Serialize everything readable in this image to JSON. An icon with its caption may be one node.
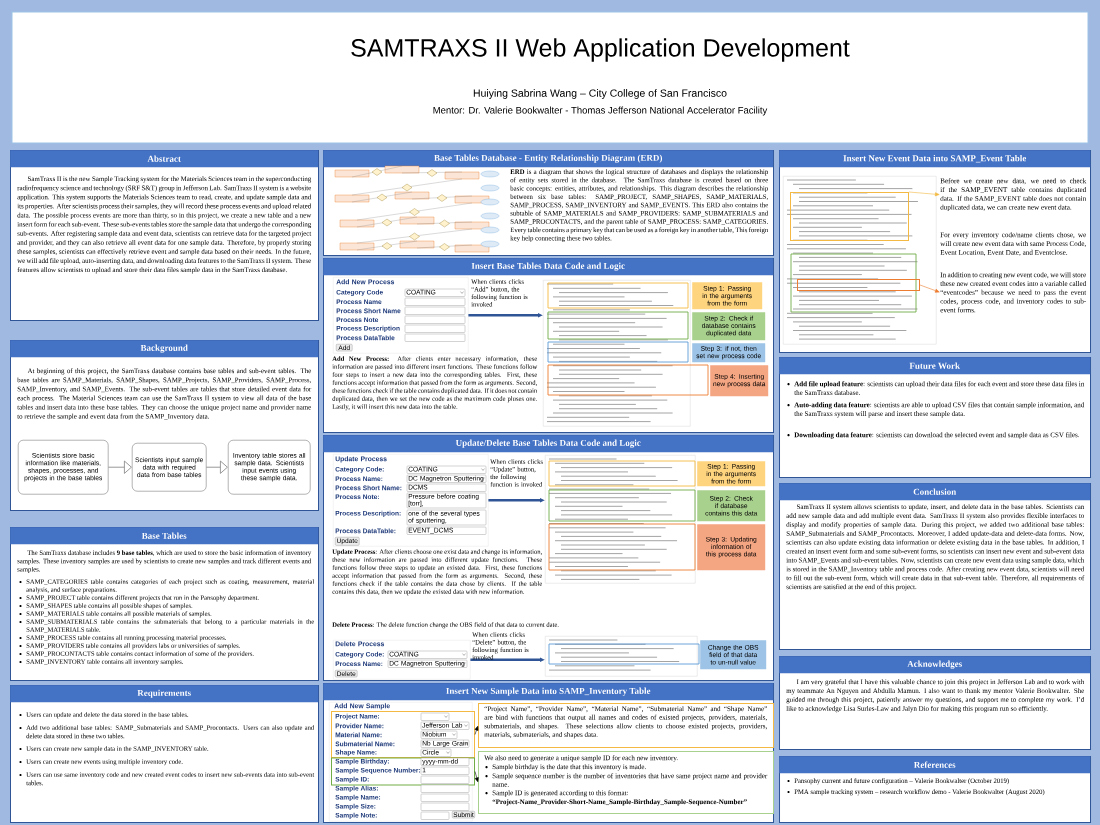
{
  "diagram": {
    "title": "SAMTRAXS II Web Application Development",
    "labels": [
      "Huiying Sabrina Wang – City College of San Francisco",
      "Mentor: Dr. Valerie Bookwalter - Thomas Jefferson National Accelerator Facility"
    ],
    "nodes": [
      {
        "text": [
          "Abstract",
          "SamTraxs II is the new Sample Tracking system for the Materials Sciences team in the superconducting radiofrequency science and technology (SRF S&T) group in Jefferson Lab. SamTraxs II system is a website application. This system supports the Materials Sciences team to read, create, and update sample data and its properties. After scientists process their samples, they will record these process events and upload related data. The possible process events are more than thirty, so in this project, we create a new table and a new insert form for each sub-event. These sub-events tables store the sample data that undergo the corresponding sub-events. After registering sample data and event data, scientists can retrieve data for the targeted project and provider, and they can also retrieve all event data for one sample data. Therefore, by properly storing these samples, scientists can effectively retrieve event and sample data based on their needs. In the future, we will add file upload, auto-inserting data, and downloading data features to the SamTraxs II system. These features allow scientists to upload and store their data files sample data in the SamTraxs database."
        ]
      },
      {
        "text": [
          "Background",
          "At beginning of this project, the SamTraxs database contains base tables and sub-event tables. The base tables are SAMP_Materials, SAMP_Shapes, SAMP_Projects, SAMP_Providers, SAMP_Process, SAMP_Inventory, and SAMP_Events. The sub-event tables are tables that store detailed event data for each process. The Material Sciences team can use the SamTraxs II system to view all data of the base tables and insert data into these base tables. They can choose the unique project name and provider name to retrieve the sample and event data from the SAMP_Inventory data."
        ]
      },
      {
        "text": [
          "Scientists store basic information like materials, shapes, processes, and projects in the base tables"
        ],
        "in": 1
      },
      {
        "text": [
          "Scientists input sample data with required data from base tables"
        ],
        "in": 1
      },
      {
        "text": [
          "Inventory table stores all sample data. Scientists input events using these sample data."
        ],
        "in": 1
      },
      {
        "text": [
          "Base Tables",
          "The SamTraxs database includes **9 base tables**, which are used to store the basic information of inventory samples. These inventory samples are used by scientists to create new samples and track different events and samples.",
          "SAMP_CATEGORIES table contains categories of each project such as coating, measurement, material analysis, and surface preparations.",
          "SAMP_PROJECT table contains different projects that run in the Pansophy department.",
          "SAMP_SHAPES table contains all possible shapes of samples.",
          "SAMP_MATERIALS table contains all possible materials of samples.",
          "SAMP_SUBMATERIALS table contains the submaterials that belong to a particular materials in the SAMP_MATERIALS table.",
          "SAMP_PROCESS table contains all running processing material processes.",
          "SAMP_PROVIDERS table contains all providers labs or universities of samples.",
          "SAMP_PROCONTACTS table contains contact information of some of the providers.",
          "SAMP_INVENTORY table contains all inventory samples."
        ]
      },
      {
        "text": [
          "Requirements",
          "Users can update and delete the data stored in the base tables.",
          "Add two additional base tables: SAMP_Submaterials and SAMP_Procontacts. Users can also update and delete data stored in these two tables.",
          "Users can create new sample data in the SAMP_INVENTORY table.",
          "Users can create new events using multiple inventory code.",
          "Users can use same inventory code and new created event codes to insert new sub-events data into sub-event tables."
        ]
      },
      {
        "text": [
          "Base Tables Database - Entity Relationship Diagram (ERD)",
          "**ERD** is a diagram that shows the logical structure of databases and displays the relationship of entity sets stored in the database. The SamTraxs database is created based on three basic concepts: entities, attributes, and relationships. This diagram describes the relationship between six base tables: SAMP_PROJECT, SAMP_SHAPES, SAMP_MATERIALS, SAMP_PROCESS, SAMP_INVENTORY and SAMP_EVENTS. This ERD also contains the subtable of SAMP_MATERIALS and SAMP_PROVIDERS: SAMP_SUBMATERIALS and SAMP_PROCONTACTS, and the parent table of SAMP_PROCESS: SAMP_CATEGORIES. Every table contains a primary key that can be used as a foreign key in another table, This foreign key help connecting these two tables."
        ]
      },
      {
        "text": [
          "Insert Base Tables Data Code and Logic",
          "**Add New Process:** After clients enter necessary information, these information are passed into different insert functions. These functions follow four steps to insert a new data into the corresponding tables. First, these functions accept information that passed from the form as arguments. Second, these functions check if the table contains duplicated data. If it does not contain duplicated data, then we set the new code as the maximum code pluses one. Lastly, it will insert this new data into the table."
        ]
      },
      {
        "text": [
          "Add New Process",
          "Category Code",
          "COATING",
          "Process Name",
          "Process Short Name",
          "Process Note",
          "Process Description",
          "Process DataTable",
          "Add"
        ],
        "in": 8
      },
      {
        "text": [],
        "shape": "picture",
        "in": 8
      },
      {
        "text": [
          "Step 1: Passing in the arguments from the form"
        ],
        "in": 8
      },
      {
        "text": [
          "Step 2: Check if database contains duplicated data"
        ],
        "in": 8
      },
      {
        "text": [
          "Step 3: if not, then set new process code"
        ],
        "in": 8
      },
      {
        "text": [
          "Step 4: Inserting new process data"
        ],
        "in": 8
      },
      {
        "text": [
          "Update/Delete Base Tables Data Code and Logic",
          "**Update Process**: After clients choose one exist data and change its information, these new information are passed into different update functions. These functions follow three steps to update an existed data. First, these functions accept information that passed from the form as arguments. Second, these functions check if the table contains the data chose by clients. If the table contains this data, then we update the existed data with new information.",
          "**Delete Process**: The delete function change the OBS field of that data to current date."
        ]
      },
      {
        "text": [
          "Update Process",
          "Category Code:",
          "COATING",
          "Process Name:",
          "DC Magnetron Sputtering",
          "Process Short Name:",
          "DCMS",
          "Process Note:",
          "Pressure before coating [torr],",
          "Process Description:",
          "one of the several types of sputtering,",
          "Process DataTable:",
          "EVENT_DCMS",
          "Update"
        ],
        "in": 15
      },
      {
        "text": [],
        "shape": "picture",
        "in": 15
      },
      {
        "text": [
          "Step 1: Passing in the arguments from the form"
        ],
        "in": 15
      },
      {
        "text": [
          "Step 2: Check if database contains this data"
        ],
        "in": 15
      },
      {
        "text": [
          "Step 3: Updating information of this process data"
        ],
        "in": 15
      },
      {
        "text": [
          "Delete Process",
          "Category Code:",
          "COATING",
          "Process Name:",
          "DC Magnetron Sputtering",
          "Delete"
        ],
        "in": 15
      },
      {
        "text": [],
        "shape": "picture",
        "in": 15
      },
      {
        "text": [
          "Change the OBS field of that data to un-null value"
        ],
        "in": 15
      },
      {
        "text": [
          "Insert New Sample Data into SAMP_Inventory Table"
        ]
      },
      {
        "text": [
          "Add New Sample",
          "Sample Alias:",
          "Sample Name:",
          "Sample Size:",
          "Sample Note:",
          "Submit"
        ],
        "in": 24
      },
      {
        "text": [
          "Project Name:",
          "Provider Name:",
          "Jefferson Lab",
          "Material Name:",
          "Niobium",
          "Submaterial Name:",
          "Nb Large Grain",
          "Shape Name:",
          "Circle"
        ],
        "in": 25
      },
      {
        "text": [
          "Sample Birthday:",
          "yyyy-mm-dd",
          "Sample Sequence Number:",
          "1",
          "Sample ID:"
        ],
        "in": 25
      },
      {
        "text": [
          "“Project Name”, “Provider Name”, “Material Name”, “Submaterial Name” and “Shape Name” are bind with functions that output all names and codes of existed projects, providers, materials, submaterials, and shapes. These selections allow clients to choose existed projects, providers, materials, submaterials, and shapes data."
        ],
        "in": 24
      },
      {
        "text": [
          "We also need to generate a unique sample ID for each new inventory.",
          "Sample birthday is the date that this inventory is made.",
          "Sample sequence number is the number of inventories that have same project name and provider name.",
          "Sample ID is generated according to this format:",
          "“Project-Name_Provider-Short-Name_Sample-Birthday_Sample-Sequence-Number”"
        ],
        "in": 24
      },
      {
        "text": [
          "Insert New Event Data into SAMP_Event Table",
          "For every inventory code/name clients chose, we will create new event data with same Process Code, Event Location, Event Date, and Eventclose."
        ]
      },
      {
        "text": [],
        "shape": "picture",
        "in": 30
      },
      {
        "text": [],
        "shape": "box",
        "in": 31
      },
      {
        "text": [],
        "shape": "box",
        "in": 31
      },
      {
        "text": [
          "Before we create new data, we need to check if the SAMP_EVENT table contains duplicated data. If the SAMP_EVENT table does not contain duplicated data, we can create new event data."
        ],
        "in": 30
      },
      {
        "text": [
          "In addition to creating new event code, we will store these new created event codes into a variable called “eventcodes” because we need to pass the event codes, process code, and inventory codes to sub-event forms."
        ],
        "in": 30
      },
      {
        "text": [
          "Future Work",
          "**Add file upload feature**: scientists can upload their data files for each event and store these data files in the SamTraxs database.",
          "**Auto-adding data feature**: scientists are able to upload CSV files that contain sample information, and the SamTraxs system will parse and insert these sample data.",
          "**Downloading data feature**: scientists can download the selected event and sample data as CSV files."
        ]
      },
      {
        "text": [
          "Conclusion",
          "SamTraxs II system allows scientists to update, insert, and delete data in the base tables. Scientists can add new sample data and add multiple event data. SamTraxs II system also provides flexible interfaces to display and modify properties of sample data. During this project, we added two additional base tables: SAMP_Submaterials and SAMP_Procontacts. Moreover, I added update-data and delete-data forms. Now, scientists can also update existing data information or delete existing data in the base tables. In addition, I created an insert event form and some sub-event forms, so scientists can insert new event and sub-event data into SAMP_Events and sub-event tables. Now, scientists can create new event data using sample data, which is stored in the SAMP_Inventory table and process code. After creating new event data, scientists will need to fill out the sub-event form, which will create data in that sub-event table. Therefore, all requirements of scientists are satisfied at the end of this project."
        ]
      },
      {
        "text": [
          "Acknowledges",
          "I am very grateful that I have this valuable chance to join this project in Jefferson Lab and to work with my teammate An Nguyen and Abdulla Mamun. I also want to thank my mentor Valerie Bookwalter. She guided me through this project, patiently answer my questions, and support me to complete my work. I’d like to acknowledge Lisa Surles-Law and Jalyn Dio for making this program run so efficiently."
        ]
      },
      {
        "text": [
          "References",
          "Pansophy current and future configuration – Valerie Bookwalter (October 2019)",
          "PMA sample tracking system – research workflow demo - Valerie Bookwalter (August 2020)"
        ]
      }
    ],
    "edges": [
      {
        "from": 2,
        "to": 3,
        "arrow": "to",
        "color": "#7f7f7f"
      },
      {
        "from": 3,
        "to": 4,
        "arrow": "to",
        "color": "#7f7f7f"
      },
      {
        "from": 9,
        "to": 10,
        "arrow": "to",
        "label": "When clients clicks “Add” button, the following function is invoked",
        "style": "thick",
        "color": "#2f5597"
      },
      {
        "from": 16,
        "to": 17,
        "arrow": "to",
        "label": "When clients clicks “Update” button, the following function is invoked",
        "style": "thick",
        "color": "#2f5597"
      },
      {
        "from": 21,
        "to": 22,
        "arrow": "to",
        "label": "When clients clicks “Delete” button, the following function is invoked",
        "style": "thick",
        "color": "#2f5597"
      },
      {
        "from": 26,
        "to": 28,
        "arrow": "to",
        "color": "#000000"
      },
      {
        "from": 27,
        "to": 29,
        "arrow": "to",
        "color": "#000000"
      },
      {
        "from": 32,
        "to": 34,
        "arrow": "to",
        "color": "#f4b942"
      },
      {
        "from": 33,
        "to": 35,
        "arrow": "to",
        "color": "#ed7d31"
      }
    ]
  }
}
